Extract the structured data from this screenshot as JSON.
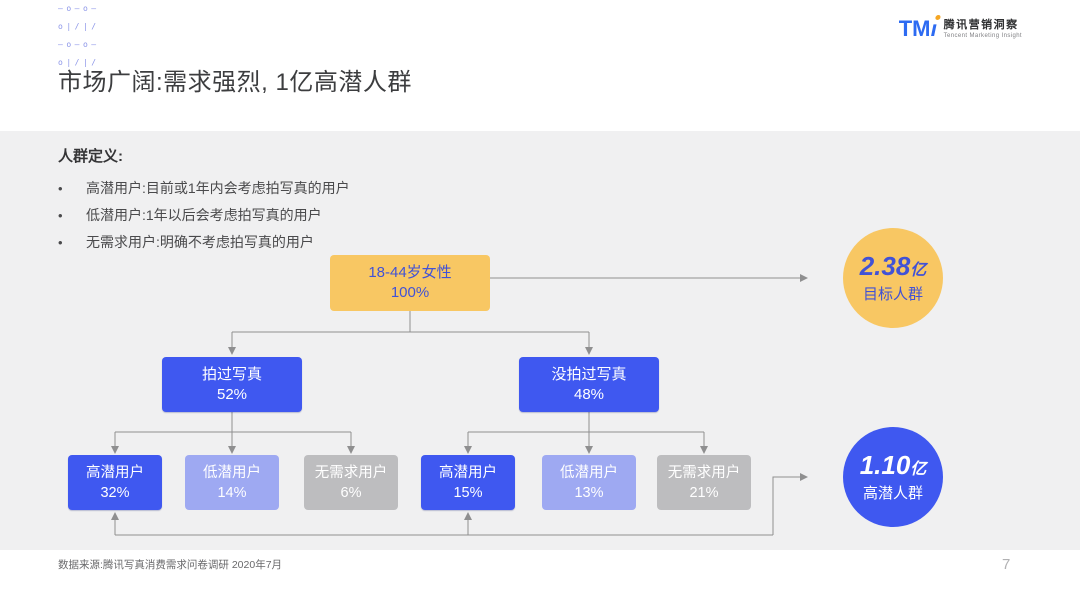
{
  "deco_pattern": [
    "—o—o—",
    "o|/|/",
    "—o—o—",
    "o|/|/"
  ],
  "logo": {
    "mark_tm": "TM",
    "mark_i": "ı",
    "cn": "腾讯营销洞察",
    "en": "Tencent Marketing Insight"
  },
  "title": "市场广阔:需求强烈, 1亿高潜人群",
  "definitions": {
    "heading": "人群定义:",
    "bullet": "•",
    "items": [
      "高潜用户:目前或1年内会考虑拍写真的用户",
      "低潜用户:1年以后会考虑拍写真的用户",
      "无需求用户:明确不考虑拍写真的用户"
    ]
  },
  "tree": {
    "root": {
      "line1": "18-44岁女性",
      "line2": "100%"
    },
    "level2": [
      {
        "line1": "拍过写真",
        "line2": "52%"
      },
      {
        "line1": "没拍过写真",
        "line2": "48%"
      }
    ],
    "level3": [
      {
        "line1": "高潜用户",
        "line2": "32%",
        "type": "high"
      },
      {
        "line1": "低潜用户",
        "line2": "14%",
        "type": "low"
      },
      {
        "line1": "无需求用户",
        "line2": "6%",
        "type": "none"
      },
      {
        "line1": "高潜用户",
        "line2": "15%",
        "type": "high"
      },
      {
        "line1": "低潜用户",
        "line2": "13%",
        "type": "low"
      },
      {
        "line1": "无需求用户",
        "line2": "21%",
        "type": "none"
      }
    ]
  },
  "badges": {
    "target": {
      "value": "2.38",
      "unit": "亿",
      "label": "目标人群"
    },
    "potential": {
      "value": "1.10",
      "unit": "亿",
      "label": "高潜人群"
    }
  },
  "source": "数据来源:腾讯写真消费需求问卷调研 2020年7月",
  "page_number": "7",
  "colors": {
    "accent_blue": "#3F58F0",
    "light_blue": "#9EA9F2",
    "neutral_gray": "#BDBDBF",
    "accent_yellow": "#F8C763",
    "text_blue": "#4152D6",
    "panel_bg": "#F0F0F1",
    "connector": "#8F8F90",
    "logo_blue": "#2D6BF2",
    "logo_dot_orange": "#F5A623"
  }
}
